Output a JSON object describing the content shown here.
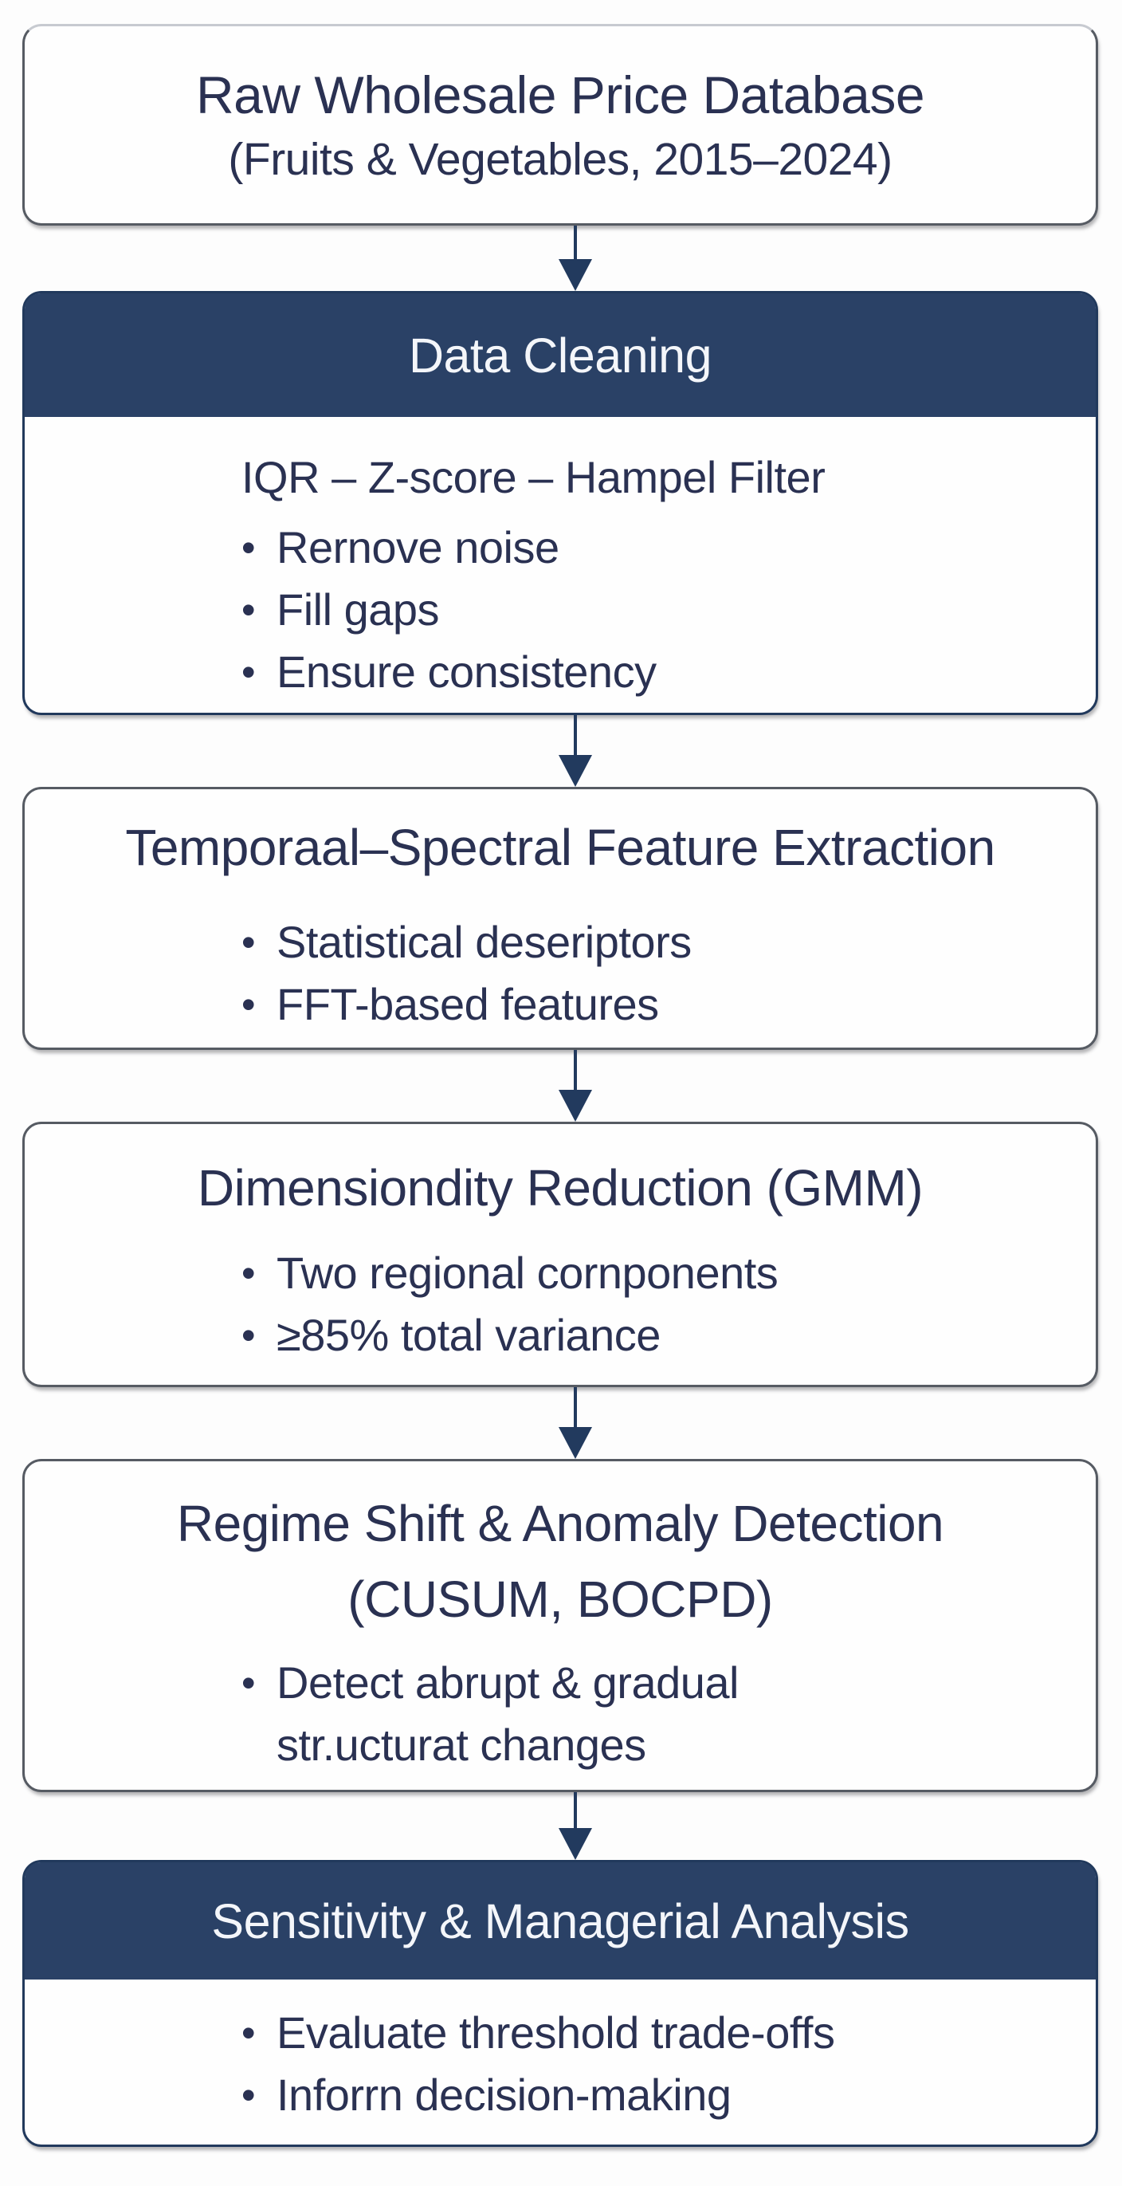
{
  "diagram_title": "Wholesale price analysis pipeline flowchart",
  "colors": {
    "header_fill": "#2a4166",
    "header_text": "#f4f6fa",
    "box_border": "#565b63",
    "text": "#2a3152",
    "arrow": "#223a5e",
    "background": "#fdfdfd"
  },
  "nodes": [
    {
      "id": "raw-database",
      "title": "Raw Wholesale Price Database",
      "subtitle": "(Fruits & Vegetables, 2015–2024)"
    },
    {
      "id": "data-cleaning",
      "header": "Data Cleaning",
      "intro": "IQR – Z-score – Hampel Filter",
      "bullets": [
        "Rernove noise",
        "Fill gaps",
        "Ensure consistency"
      ]
    },
    {
      "id": "feature-extraction",
      "title": "Temporaal–Spectral Feature Extraction",
      "bullets": [
        "Statistical deseriptors",
        "FFT-based features"
      ]
    },
    {
      "id": "dimensionality-reduction",
      "title": "Dimensiondity Reduction (GMM)",
      "bullets": [
        "Two regional cornponents",
        "≥85% total variance"
      ]
    },
    {
      "id": "regime-shift-detection",
      "title_line1": "Regime Shift & Anomaly Detection",
      "title_line2": "(CUSUM, BOCPD)",
      "bullets": [
        "Detect abrupt & gradual str.ucturat changes"
      ]
    },
    {
      "id": "sensitivity-analysis",
      "header": "Sensitivity & Managerial Analysis",
      "bullets": [
        "Evaluate threshold trade-offs",
        "Inforrn decision-making"
      ]
    }
  ]
}
